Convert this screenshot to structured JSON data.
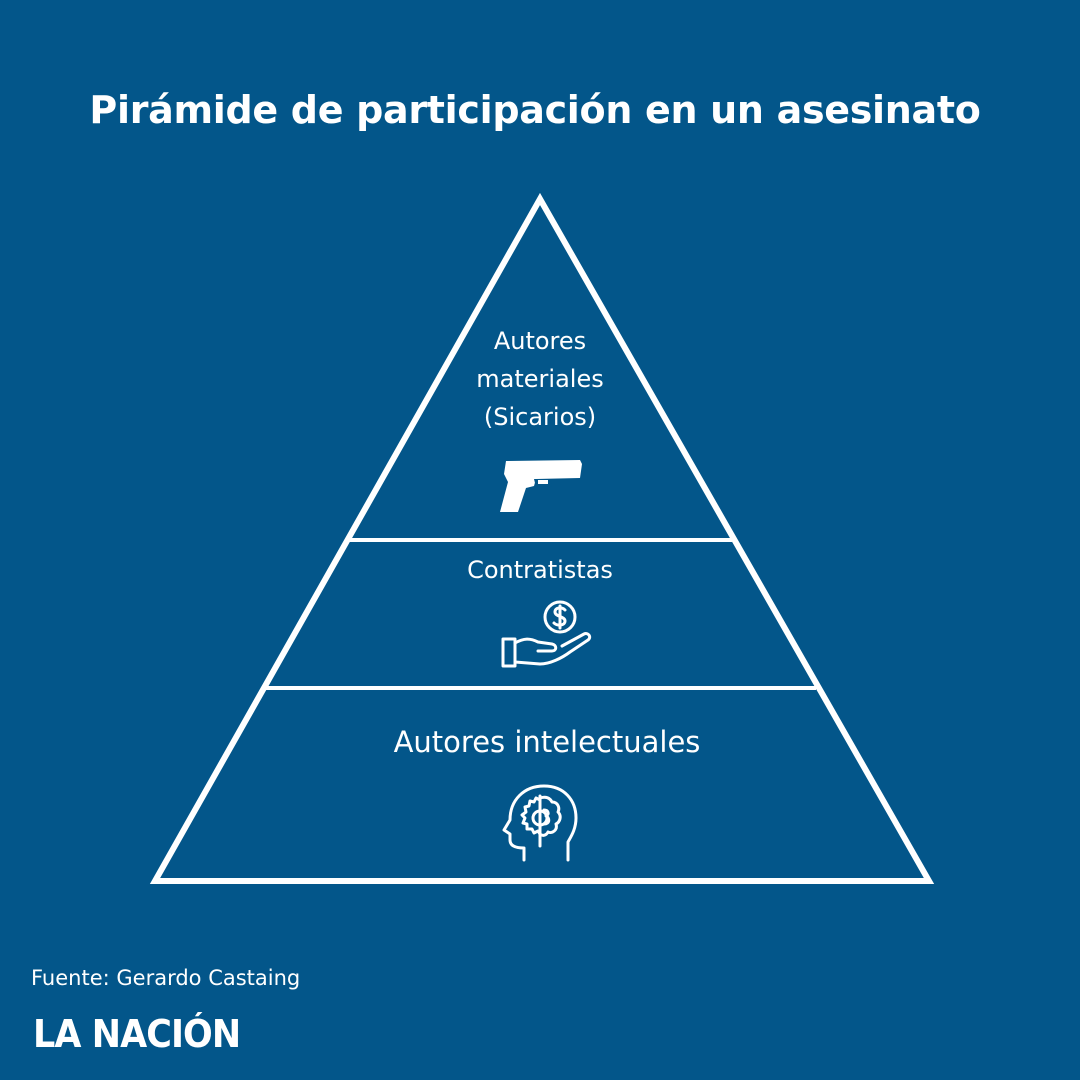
{
  "title": "Pirámide de participación en un asesinato",
  "colors": {
    "background": "#03568a",
    "foreground": "#ffffff"
  },
  "pyramid": {
    "tiers": [
      {
        "position": "top",
        "label_lines": [
          "Autores",
          "materiales",
          "(Sicarios)"
        ],
        "icon": "pistol-icon"
      },
      {
        "position": "middle",
        "label": "Contratistas",
        "icon": "hand-coin-dollar-icon"
      },
      {
        "position": "bottom",
        "label": "Autores intelectuales",
        "icon": "head-brain-gear-icon"
      }
    ]
  },
  "footer": {
    "source": "Fuente: Gerardo Castaing",
    "logo": "LA NACIÓN"
  }
}
